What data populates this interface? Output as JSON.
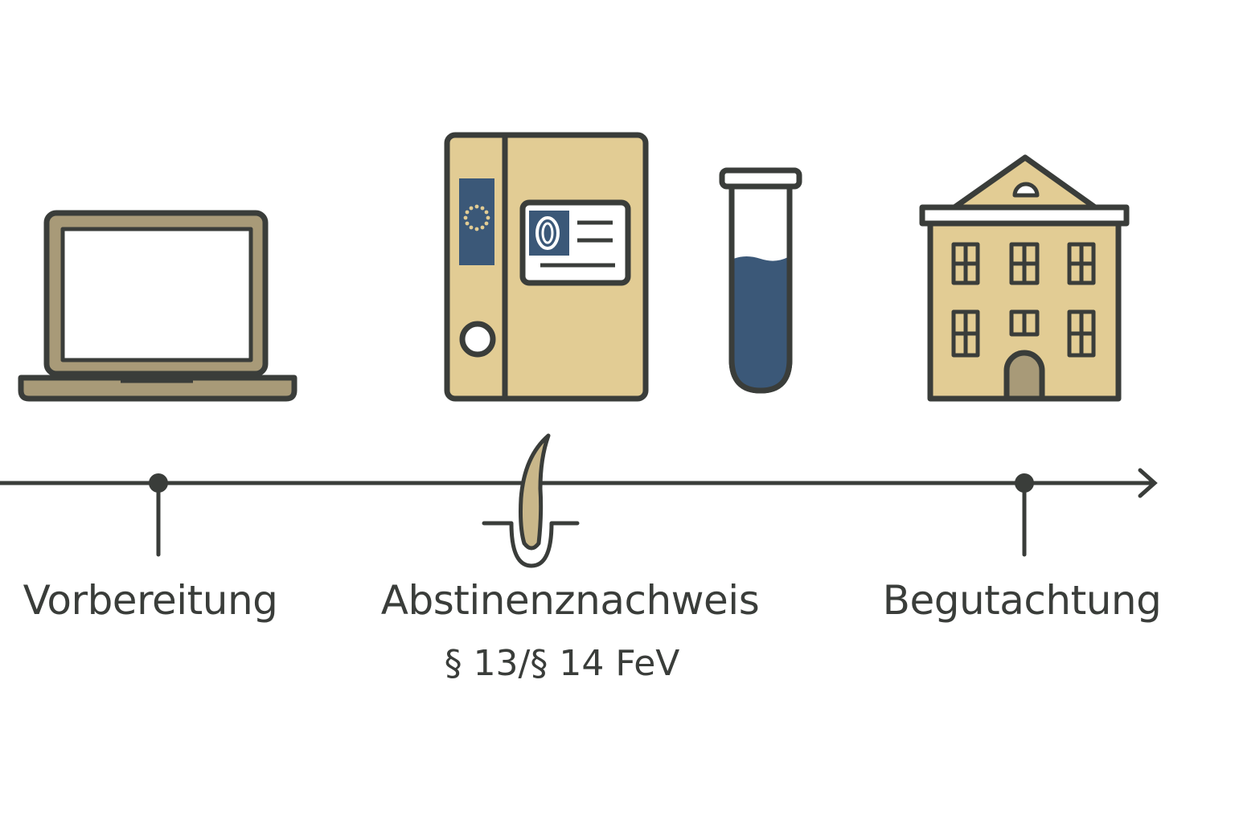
{
  "colors": {
    "stroke": "#3a3d3a",
    "tan": "#e2cc94",
    "tan_dark": "#a89a78",
    "navy": "#3b5878",
    "white": "#ffffff",
    "eu_star": "#e2cc94"
  },
  "steps": [
    {
      "label": "Vorbereitung",
      "icon": "laptop-icon"
    },
    {
      "label": "Abstinenznachweis",
      "sublabel": "§ 13/§ 14 FeV",
      "icon": "hair-follicle-icon"
    },
    {
      "label": "Begutachtung",
      "icon": "building-icon"
    }
  ],
  "icons": [
    "laptop-icon",
    "document-folder-icon",
    "test-tube-icon",
    "building-icon",
    "hair-follicle-icon"
  ],
  "folder_card_symbol": "0"
}
